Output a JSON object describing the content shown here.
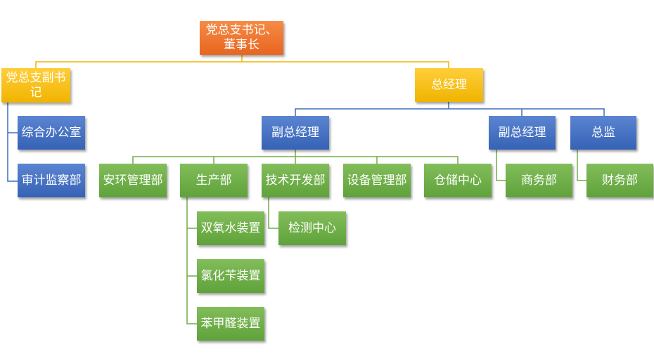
{
  "diagram": {
    "type": "org-chart",
    "colors": {
      "orange": "#ec6f2b",
      "yellow": "#f5bf18",
      "blue": "#4472c4",
      "green": "#70ad47",
      "line_yellow": "#f0b400",
      "line_blue": "#3f6cbe",
      "line_green": "#70ad47"
    },
    "nodes": {
      "chairman": "党总支书记、董事长",
      "deputy_secretary": "党总支副书记",
      "general_office": "综合办公室",
      "audit": "审计监察部",
      "general_manager": "总经理",
      "deputy_gm_1": "副总经理",
      "deputy_gm_2": "副总经理",
      "director": "总监",
      "safety_env": "安环管理部",
      "production": "生产部",
      "tech_dev": "技术开发部",
      "equipment": "设备管理部",
      "warehouse": "仓储中心",
      "business": "商务部",
      "finance": "财务部",
      "h2o2_unit": "双氧水装置",
      "benzyl_chloride_unit": "氯化苄装置",
      "benzaldehyde_unit": "苯甲醛装置",
      "testing_center": "检测中心"
    },
    "edges": [
      [
        "chairman",
        "deputy_secretary"
      ],
      [
        "chairman",
        "general_manager"
      ],
      [
        "deputy_secretary",
        "general_office"
      ],
      [
        "deputy_secretary",
        "audit"
      ],
      [
        "general_manager",
        "deputy_gm_1"
      ],
      [
        "general_manager",
        "deputy_gm_2"
      ],
      [
        "general_manager",
        "director"
      ],
      [
        "deputy_gm_1",
        "safety_env"
      ],
      [
        "deputy_gm_1",
        "production"
      ],
      [
        "deputy_gm_1",
        "tech_dev"
      ],
      [
        "deputy_gm_1",
        "equipment"
      ],
      [
        "deputy_gm_1",
        "warehouse"
      ],
      [
        "deputy_gm_2",
        "business"
      ],
      [
        "director",
        "finance"
      ],
      [
        "production",
        "h2o2_unit"
      ],
      [
        "production",
        "benzyl_chloride_unit"
      ],
      [
        "production",
        "benzaldehyde_unit"
      ],
      [
        "tech_dev",
        "testing_center"
      ]
    ]
  }
}
